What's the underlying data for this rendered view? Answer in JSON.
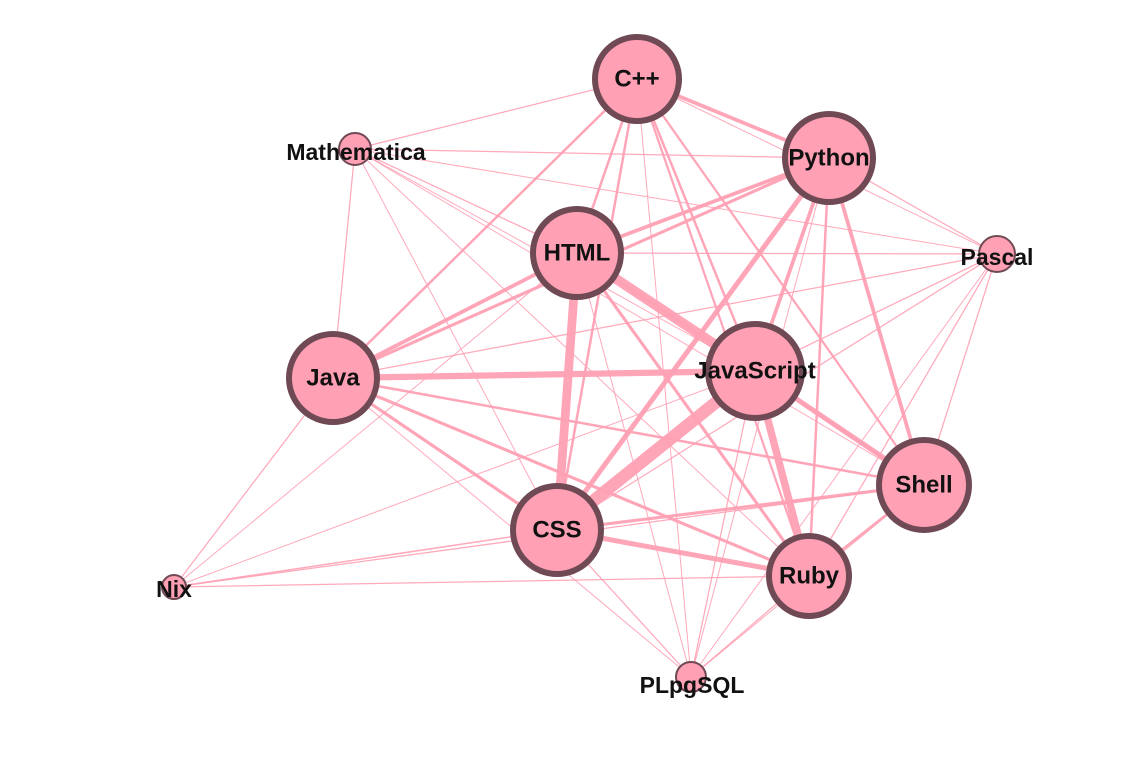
{
  "colors": {
    "node_fill": "#ffa0b4",
    "node_stroke": "#6f4a55",
    "edge": "#ffa0b4",
    "label": "#111111",
    "background": "#ffffff"
  },
  "nodes": [
    {
      "id": "cpp",
      "label": "C++"
    },
    {
      "id": "python",
      "label": "Python"
    },
    {
      "id": "mathematica",
      "label": "Mathematica"
    },
    {
      "id": "html",
      "label": "HTML"
    },
    {
      "id": "pascal",
      "label": "Pascal"
    },
    {
      "id": "java",
      "label": "Java"
    },
    {
      "id": "javascript",
      "label": "JavaScript"
    },
    {
      "id": "shell",
      "label": "Shell"
    },
    {
      "id": "css",
      "label": "CSS"
    },
    {
      "id": "ruby",
      "label": "Ruby"
    },
    {
      "id": "nix",
      "label": "Nix"
    },
    {
      "id": "plpgsql",
      "label": "PLpgSQL"
    }
  ],
  "edges": [
    {
      "source": "css",
      "target": "javascript",
      "weight": 10
    },
    {
      "source": "html",
      "target": "javascript",
      "weight": 8
    },
    {
      "source": "css",
      "target": "html",
      "weight": 7
    },
    {
      "source": "javascript",
      "target": "ruby",
      "weight": 6
    },
    {
      "source": "java",
      "target": "javascript",
      "weight": 5
    },
    {
      "source": "css",
      "target": "ruby",
      "weight": 4
    },
    {
      "source": "javascript",
      "target": "shell",
      "weight": 4
    },
    {
      "source": "python",
      "target": "css",
      "weight": 4
    },
    {
      "source": "python",
      "target": "html",
      "weight": 3
    },
    {
      "source": "cpp",
      "target": "python",
      "weight": 3
    },
    {
      "source": "java",
      "target": "html",
      "weight": 3
    },
    {
      "source": "python",
      "target": "javascript",
      "weight": 3
    },
    {
      "source": "python",
      "target": "shell",
      "weight": 3
    },
    {
      "source": "html",
      "target": "ruby",
      "weight": 2.5
    },
    {
      "source": "css",
      "target": "shell",
      "weight": 2.5
    },
    {
      "source": "java",
      "target": "python",
      "weight": 2.5
    },
    {
      "source": "java",
      "target": "css",
      "weight": 2.5
    },
    {
      "source": "java",
      "target": "ruby",
      "weight": 2.5
    },
    {
      "source": "java",
      "target": "shell",
      "weight": 2
    },
    {
      "source": "cpp",
      "target": "html",
      "weight": 2
    },
    {
      "source": "cpp",
      "target": "javascript",
      "weight": 2
    },
    {
      "source": "cpp",
      "target": "java",
      "weight": 2
    },
    {
      "source": "cpp",
      "target": "css",
      "weight": 2
    },
    {
      "source": "html",
      "target": "shell",
      "weight": 2
    },
    {
      "source": "ruby",
      "target": "shell",
      "weight": 2
    },
    {
      "source": "python",
      "target": "ruby",
      "weight": 2
    },
    {
      "source": "cpp",
      "target": "shell",
      "weight": 1.8
    },
    {
      "source": "cpp",
      "target": "ruby",
      "weight": 1.8
    },
    {
      "source": "nix",
      "target": "css",
      "weight": 1.2
    },
    {
      "source": "nix",
      "target": "java",
      "weight": 1
    },
    {
      "source": "nix",
      "target": "shell",
      "weight": 1
    },
    {
      "source": "nix",
      "target": "ruby",
      "weight": 1
    },
    {
      "source": "nix",
      "target": "javascript",
      "weight": 0.8
    },
    {
      "source": "nix",
      "target": "html",
      "weight": 0.8
    },
    {
      "source": "pascal",
      "target": "python",
      "weight": 1
    },
    {
      "source": "pascal",
      "target": "html",
      "weight": 1
    },
    {
      "source": "pascal",
      "target": "java",
      "weight": 1
    },
    {
      "source": "pascal",
      "target": "javascript",
      "weight": 1
    },
    {
      "source": "pascal",
      "target": "css",
      "weight": 1
    },
    {
      "source": "pascal",
      "target": "shell",
      "weight": 1
    },
    {
      "source": "pascal",
      "target": "ruby",
      "weight": 1
    },
    {
      "source": "pascal",
      "target": "cpp",
      "weight": 0.8
    },
    {
      "source": "pascal",
      "target": "plpgsql",
      "weight": 0.8
    },
    {
      "source": "mathematica",
      "target": "python",
      "weight": 1
    },
    {
      "source": "mathematica",
      "target": "cpp",
      "weight": 1
    },
    {
      "source": "mathematica",
      "target": "html",
      "weight": 1
    },
    {
      "source": "mathematica",
      "target": "java",
      "weight": 1
    },
    {
      "source": "mathematica",
      "target": "javascript",
      "weight": 0.8
    },
    {
      "source": "mathematica",
      "target": "css",
      "weight": 0.8
    },
    {
      "source": "mathematica",
      "target": "shell",
      "weight": 0.8
    },
    {
      "source": "mathematica",
      "target": "ruby",
      "weight": 0.8
    },
    {
      "source": "mathematica",
      "target": "pascal",
      "weight": 0.8
    },
    {
      "source": "plpgsql",
      "target": "css",
      "weight": 1
    },
    {
      "source": "plpgsql",
      "target": "javascript",
      "weight": 1
    },
    {
      "source": "plpgsql",
      "target": "ruby",
      "weight": 1
    },
    {
      "source": "plpgsql",
      "target": "html",
      "weight": 0.8
    },
    {
      "source": "plpgsql",
      "target": "python",
      "weight": 0.8
    },
    {
      "source": "plpgsql",
      "target": "shell",
      "weight": 0.8
    },
    {
      "source": "plpgsql",
      "target": "java",
      "weight": 0.8
    },
    {
      "source": "plpgsql",
      "target": "cpp",
      "weight": 0.8
    }
  ]
}
